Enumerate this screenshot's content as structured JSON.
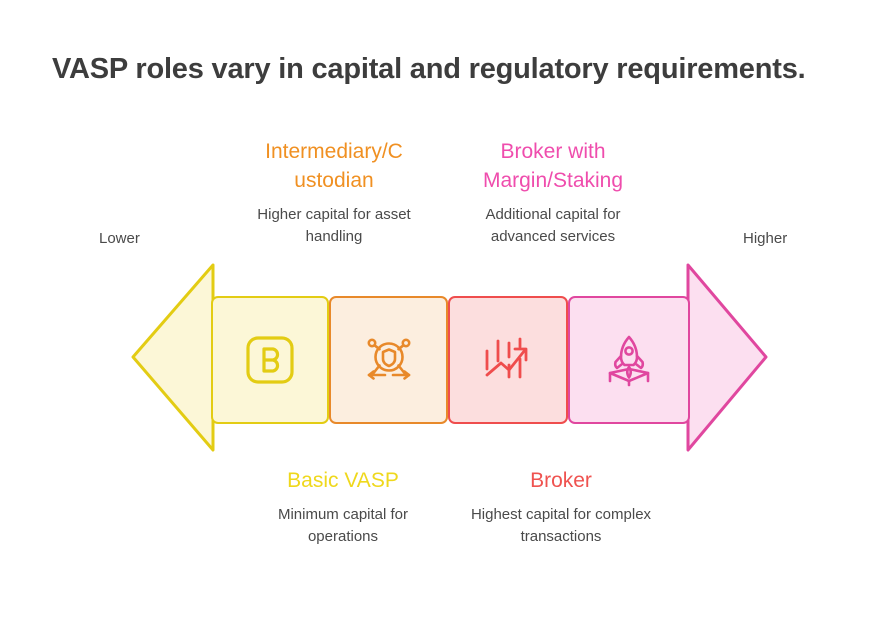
{
  "page": {
    "title": "VASP roles vary in capital and regulatory requirements.",
    "background_color": "#ffffff",
    "title_color": "#3d3d3d"
  },
  "scale": {
    "low_label": "Lower",
    "high_label": "Higher",
    "direction": "bidirectional",
    "left_arrow_color": "#e3cc13",
    "left_arrow_fill": "#fcf7d7",
    "right_arrow_color": "#e0479f",
    "right_arrow_fill": "#fcdff0"
  },
  "stages": [
    {
      "id": "basic-vasp",
      "title": "Basic VASP",
      "description": "Minimum capital for operations",
      "position": "below",
      "icon": "letter-b-badge-icon",
      "accent_color": "#efd81c",
      "border_color": "#e3cc13",
      "fill_color": "#fcf7d7"
    },
    {
      "id": "intermediary-custodian",
      "title": "Intermediary/C ustodian",
      "description": "Higher capital for asset handling",
      "position": "above",
      "icon": "shield-network-icon",
      "accent_color": "#f09022",
      "border_color": "#e8892a",
      "fill_color": "#fceedf"
    },
    {
      "id": "broker",
      "title": "Broker",
      "description": "Highest capital for complex transactions",
      "position": "below",
      "icon": "rising-chart-arrow-icon",
      "accent_color": "#ef5350",
      "border_color": "#ef4d4d",
      "fill_color": "#fcdede"
    },
    {
      "id": "broker-margin-staking",
      "title": "Broker with Margin/Staking",
      "description": "Additional capital for advanced services",
      "position": "above",
      "icon": "rocket-launch-icon",
      "accent_color": "#ef4dad",
      "border_color": "#e0479f",
      "fill_color": "#fcdff0"
    }
  ]
}
